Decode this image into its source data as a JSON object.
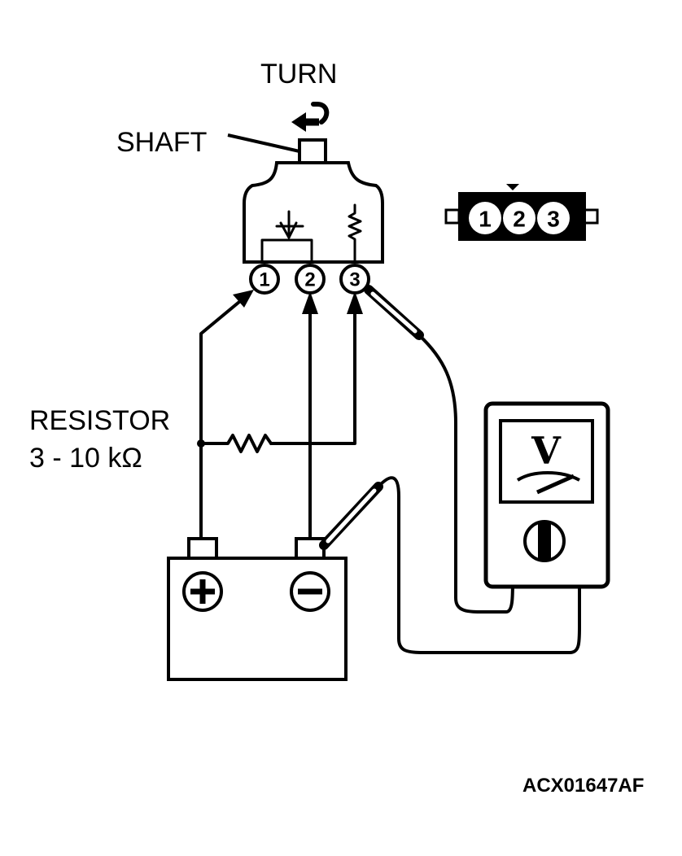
{
  "labels": {
    "turn": "TURN",
    "shaft": "SHAFT",
    "resistor": "RESISTOR",
    "resistor_value": "3 - 10 kΩ",
    "code_main": "ACX01647",
    "code_suffix": "AF"
  },
  "connector_pins": [
    "1",
    "2",
    "3"
  ],
  "sensor_pins": [
    "1",
    "2",
    "3"
  ],
  "meter_symbol": "V",
  "battery_terminals": [
    "plus-icon",
    "minus-icon"
  ]
}
